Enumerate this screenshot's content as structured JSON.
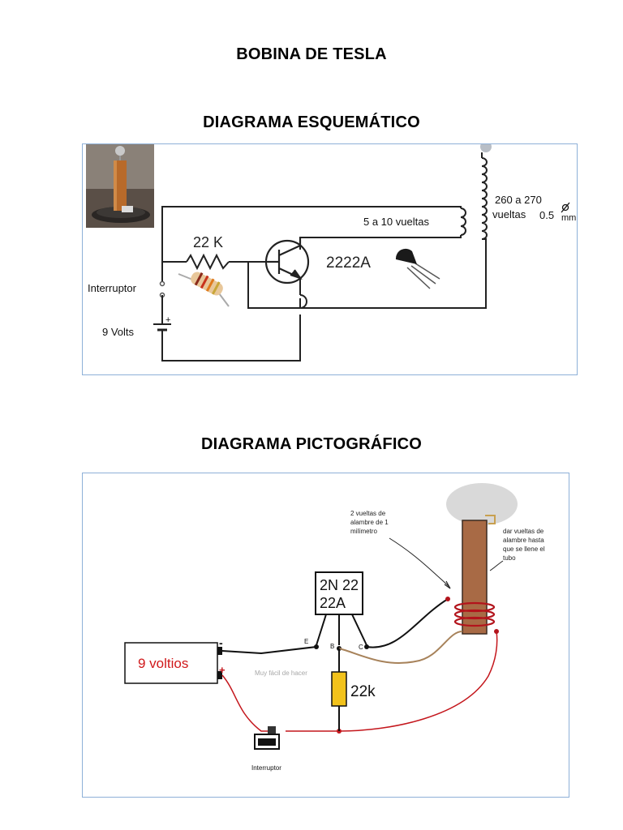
{
  "document": {
    "title": "BOBINA DE TESLA",
    "section1_title": "DIAGRAMA ESQUEMÁTICO",
    "section2_title": "DIAGRAMA PICTOGRÁFICO"
  },
  "schematic": {
    "resistor_label": "22 K",
    "transistor_label": "2222A",
    "primary_label": "5 a 10 vueltas",
    "secondary_label_line1": "260 a 270",
    "secondary_label_line2": "vueltas",
    "wire_gauge": "0.5",
    "wire_unit": "mm",
    "switch_label": "Interruptor",
    "battery_label": "9 Volts",
    "battery_plus": "+"
  },
  "pictographic": {
    "battery_label": "9 voltios",
    "battery_minus": "-",
    "battery_plus": "+",
    "transistor_line1": "2N 22",
    "transistor_line2": "22A",
    "pin_e": "E",
    "pin_b": "B",
    "pin_c": "C",
    "resistor_label": "22k",
    "watermark": "Muy fácil de hacer",
    "switch_label": "Interruptor",
    "primary_note_line1": "2 vueltas de",
    "primary_note_line2": "alambre  de 1",
    "primary_note_line3": "milímetro",
    "secondary_note_line1": "dar vueltas de",
    "secondary_note_line2": "alambre hasta",
    "secondary_note_line3": "que se llene el",
    "secondary_note_line4": "tubo"
  },
  "colors": {
    "frame_border": "#8eb0d8",
    "battery_text": "#d0191b",
    "wire_red": "#c4161c",
    "wire_brown": "#a7825a",
    "resistor_yellow": "#f2c21b",
    "tube_brown": "#a86a45",
    "coil_red": "#b3141c",
    "toroid_gray": "#d9d9d9"
  }
}
